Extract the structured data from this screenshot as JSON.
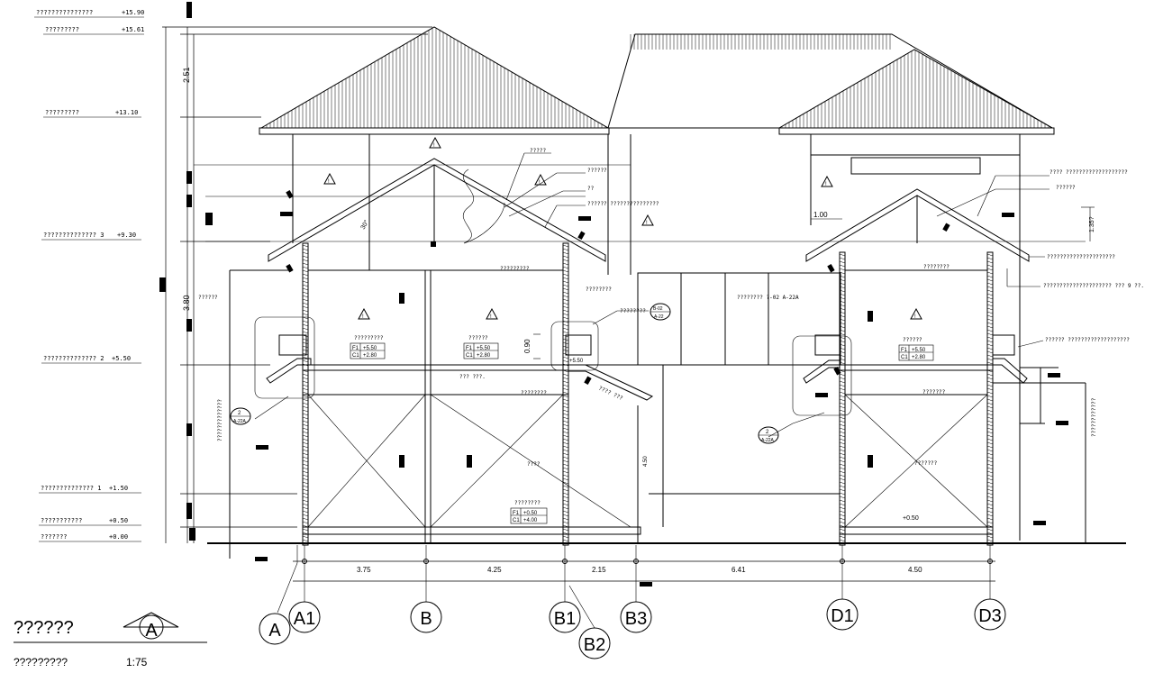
{
  "drawing": {
    "title": "??????",
    "subtitle": "?????????",
    "scale": "1:75",
    "section_mark": "A"
  },
  "levels": [
    {
      "name": "???????????????",
      "value": "+15.90"
    },
    {
      "name": "?????????",
      "value": "+15.61"
    },
    {
      "name": "?????????",
      "value": "+13.10"
    },
    {
      "name": "?????????????? 3",
      "value": "+9.30"
    },
    {
      "name": "?????????????? 2",
      "value": "+5.50"
    },
    {
      "name": "?????????????? 1",
      "value": "+1.50"
    },
    {
      "name": "???????????",
      "value": "+0.50"
    },
    {
      "name": "???????",
      "value": "+0.00"
    }
  ],
  "vertical_dims": {
    "roof": "2.51",
    "floor3": "3.80",
    "window": "0.90",
    "right_top": "1.35?",
    "mid": "4.50"
  },
  "horizontal_dims": [
    "3.75",
    "4.25",
    "2.15",
    "6.41",
    "4.50"
  ],
  "dim_1_00": "1.00",
  "grid_labels": [
    "A",
    "A1",
    "B",
    "B1",
    "B2",
    "B3",
    "D1",
    "D3"
  ],
  "rooms": [
    {
      "label": "?????????",
      "f1": "F1",
      "f1v": "+5.50",
      "c1": "C1",
      "c1v": "+2.80"
    },
    {
      "label": "??????",
      "f1": "F1",
      "f1v": "+5.50",
      "c1": "C1",
      "c1v": "+2.80"
    },
    {
      "label": "??????",
      "f1": "F1",
      "f1v": "+5.50",
      "c1": "C1",
      "c1v": "+2.80"
    },
    {
      "label": "????????",
      "f1": "F1",
      "f1v": "+0.50",
      "c1": "C1",
      "c1v": "+4.00"
    }
  ],
  "annotations": {
    "a1": "?????",
    "a2": "??????",
    "a3": "??????  ???????????????",
    "a4": "????  ???????????????????",
    "a5": "??????",
    "a6": "?????????????????????",
    "a7": "?????????????????????  ??? 9 ??.",
    "a8": "??????  ???????????????????",
    "a9": "?????????",
    "a10": "????????",
    "a11": "????????",
    "a12": "????????",
    "a13": "???????? ?-02  A-22A",
    "a14": "???? ???",
    "a15": "??? ???.",
    "a16": "????",
    "a17": "+0.50",
    "a18": "???????",
    "a19": "????????",
    "a20": "???????",
    "a21": "??????",
    "a22": "??",
    "callout1": "2",
    "callout1b": "A-22A",
    "callout2": "2",
    "callout2b": "A-22A",
    "callout3": "B-02",
    "callout3b": "A-22",
    "window_lvl": "+5.50",
    "slope": "30°",
    "sideleft": "?????????????",
    "sideright": "????????????"
  }
}
